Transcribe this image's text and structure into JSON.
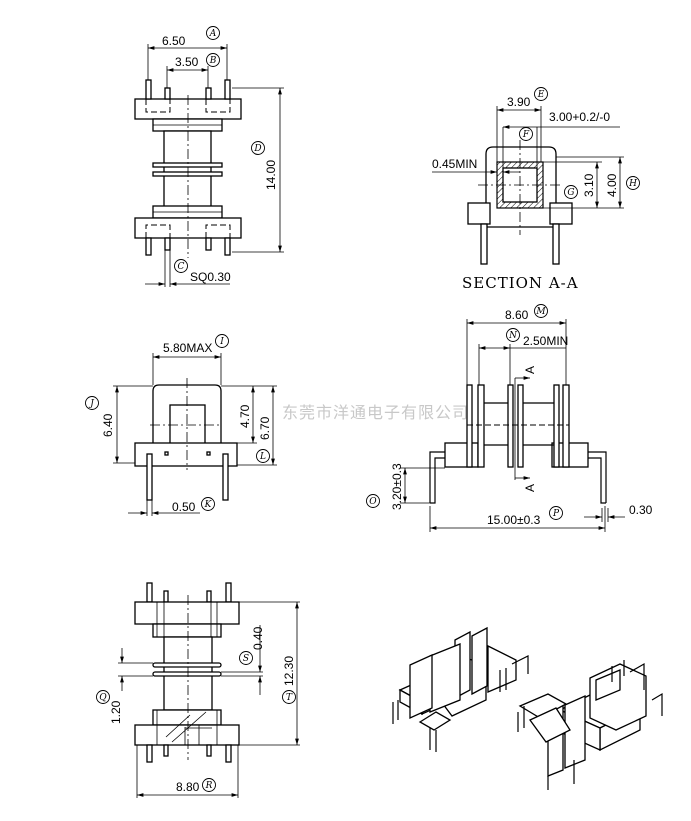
{
  "watermark": "东莞市洋通电子有限公司",
  "section_title": "SECTION A-A",
  "section_marker": "A",
  "dimensions": {
    "a": "6.50",
    "b": "3.50",
    "c": "SQ0.30",
    "d": "14.00",
    "e": "3.90",
    "f": "3.00+0.2/-0",
    "min045": "0.45MIN",
    "g": "3.10",
    "h": "4.00",
    "i": "5.80MAX",
    "j": "6.40",
    "k": "0.50",
    "l": "6.70",
    "l_inner": "4.70",
    "m": "8.60",
    "n": "2.50MIN",
    "o": "3.20±0.3",
    "p": "15.00±0.3",
    "p_pin": "0.30",
    "q": "1.20",
    "r": "8.80",
    "s": "0.40",
    "t": "12.30"
  },
  "callouts": {
    "A": "A",
    "B": "B",
    "C": "C",
    "D": "D",
    "E": "E",
    "F": "F",
    "G": "G",
    "H": "H",
    "I": "I",
    "J": "J",
    "K": "K",
    "L": "L",
    "M": "M",
    "N": "N",
    "O": "O",
    "P": "P",
    "Q": "Q",
    "R": "R",
    "S": "S",
    "T": "T"
  }
}
